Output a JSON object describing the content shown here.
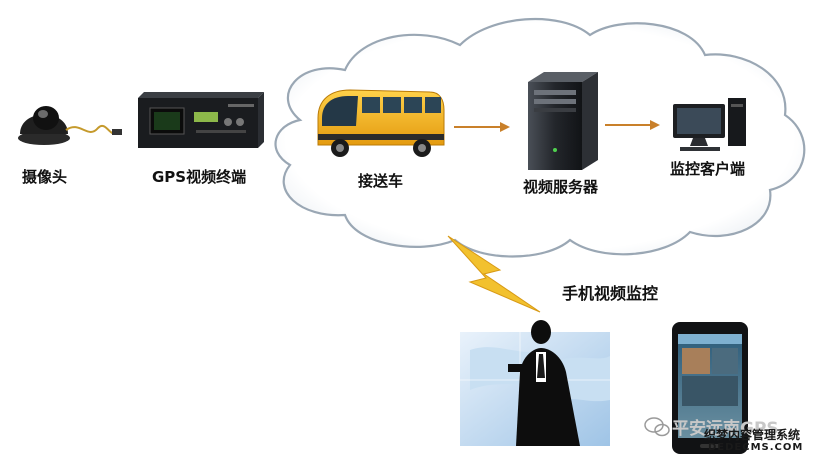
{
  "labels": {
    "camera": "摄像头",
    "gps_terminal": "GPS视频终端",
    "bus": "接送车",
    "server": "视频服务器",
    "client": "监控客户端",
    "mobile": "手机视频监控"
  },
  "watermark": {
    "line1": "平安远南GPS",
    "line2": "织梦内容管理系统",
    "line3": "DEDECMS.COM"
  },
  "colors": {
    "cloud_stroke": "#9aa7b4",
    "arrow": "#c9802a",
    "lightning": "#f2c12e",
    "bus_body": "#f3b51b"
  },
  "icons": {
    "camera": "dome-camera-icon",
    "gps_terminal": "dvr-terminal-icon",
    "bus": "school-bus-icon",
    "server": "tower-server-icon",
    "client": "desktop-computer-icon",
    "wireless": "lightning-bolt-icon",
    "person": "businessman-with-phone-icon",
    "phone": "smartphone-icon",
    "wechat": "wechat-logo-icon"
  }
}
